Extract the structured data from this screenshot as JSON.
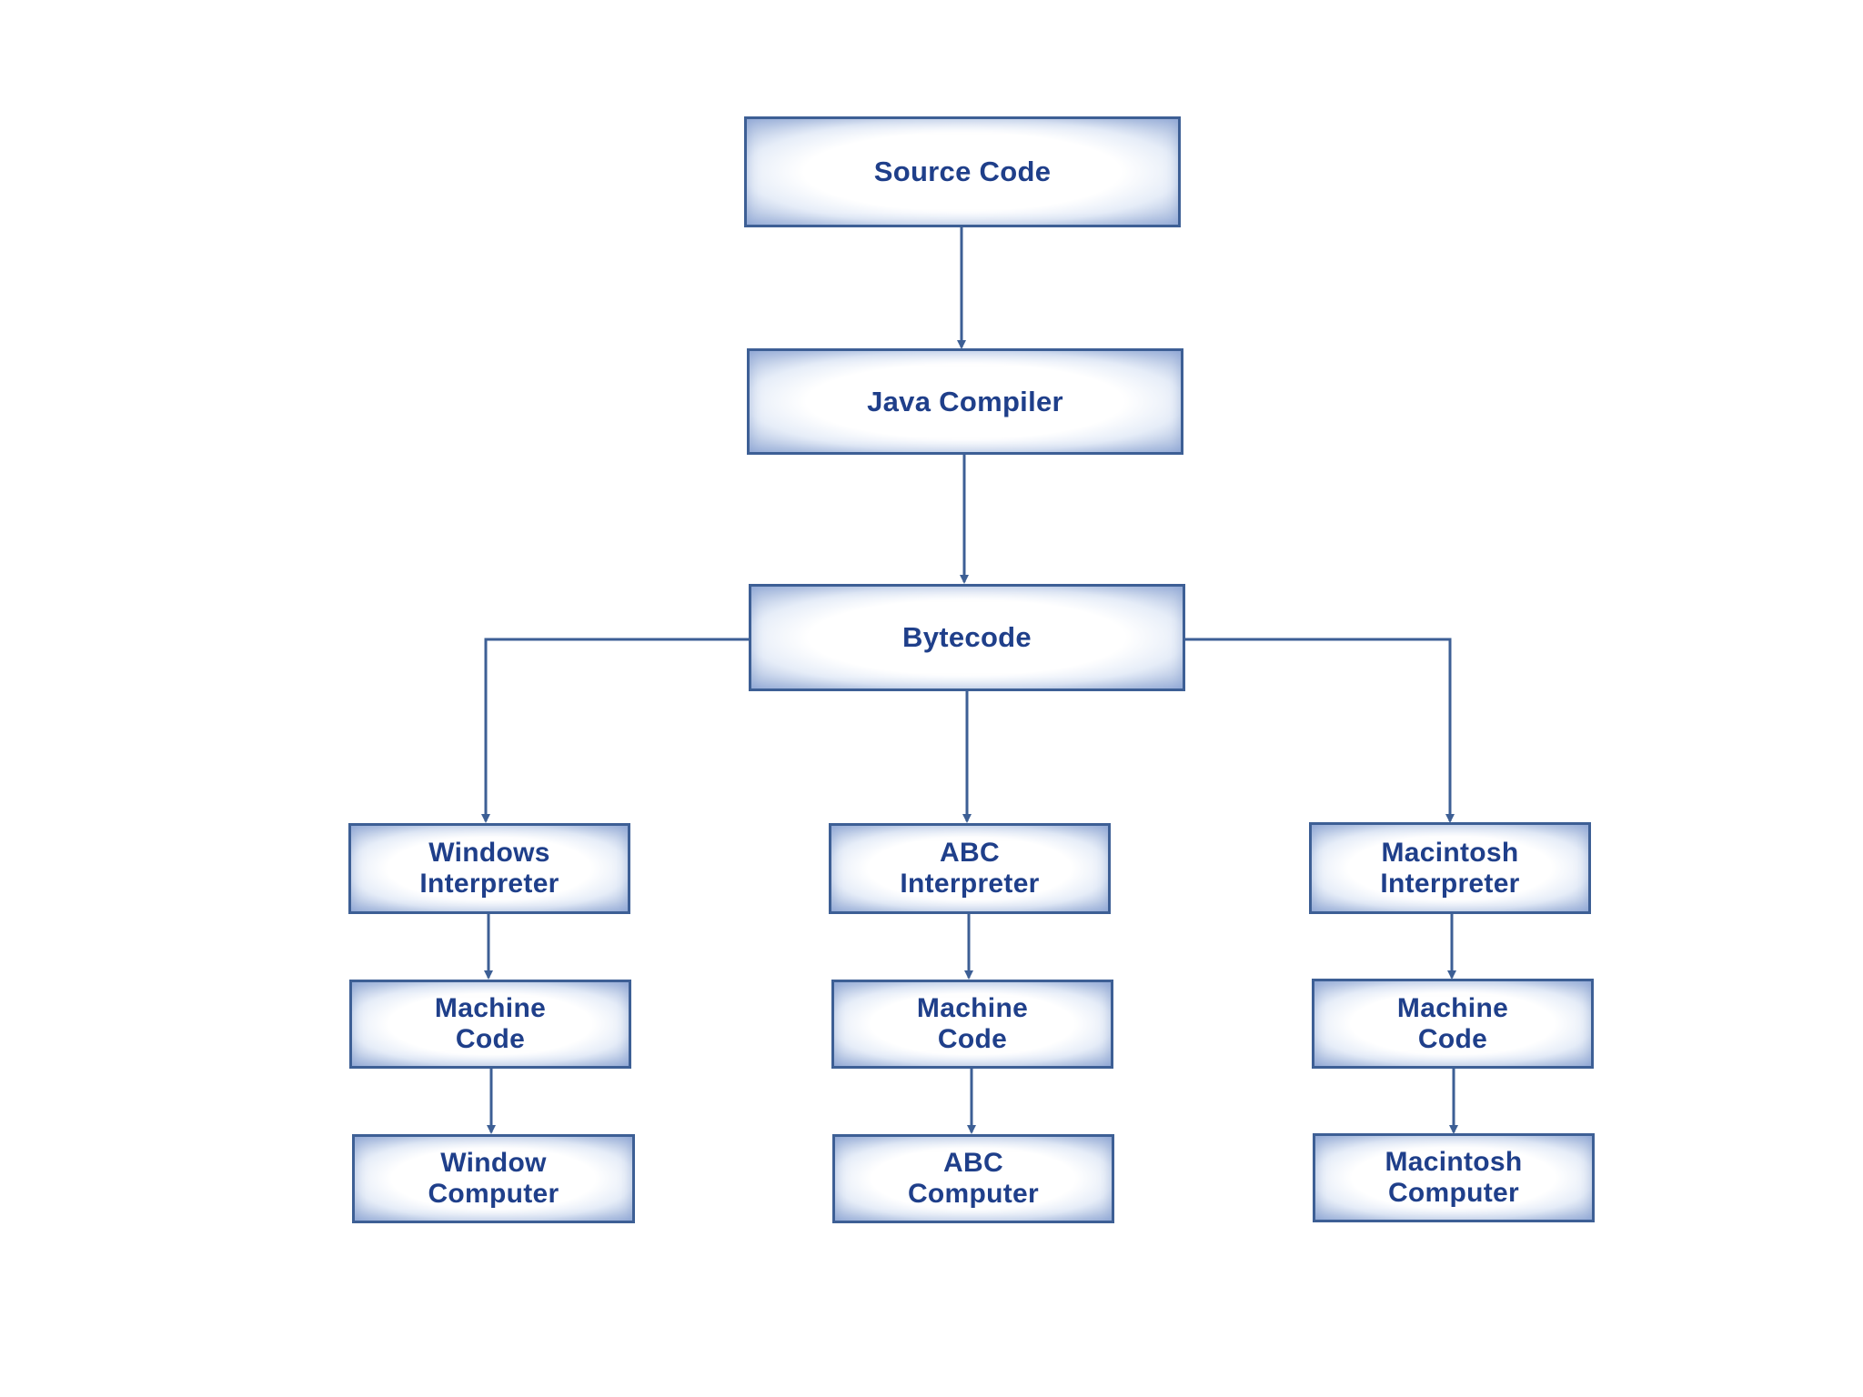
{
  "diagram": {
    "colors": {
      "line": "#3d5f95",
      "text": "#1f3f8a",
      "box_border": "#3d5f95",
      "box_fill_edge": "#a3b7de",
      "box_fill_center": "#ffffff"
    },
    "nodes": {
      "source_code": "Source Code",
      "java_compiler": "Java Compiler",
      "bytecode": "Bytecode",
      "windows_interpreter": "Windows\nInterpreter",
      "abc_interpreter": "ABC\nInterpreter",
      "macintosh_interpreter": "Macintosh\nInterpreter",
      "windows_machine_code": "Machine\nCode",
      "abc_machine_code": "Machine\nCode",
      "macintosh_machine_code": "Machine\nCode",
      "window_computer": "Window\nComputer",
      "abc_computer": "ABC\nComputer",
      "macintosh_computer": "Macintosh\nComputer"
    },
    "edges": [
      {
        "from": "source_code",
        "to": "java_compiler"
      },
      {
        "from": "java_compiler",
        "to": "bytecode"
      },
      {
        "from": "bytecode",
        "to": "windows_interpreter"
      },
      {
        "from": "bytecode",
        "to": "abc_interpreter"
      },
      {
        "from": "bytecode",
        "to": "macintosh_interpreter"
      },
      {
        "from": "windows_interpreter",
        "to": "windows_machine_code"
      },
      {
        "from": "abc_interpreter",
        "to": "abc_machine_code"
      },
      {
        "from": "macintosh_interpreter",
        "to": "macintosh_machine_code"
      },
      {
        "from": "windows_machine_code",
        "to": "window_computer"
      },
      {
        "from": "abc_machine_code",
        "to": "abc_computer"
      },
      {
        "from": "macintosh_machine_code",
        "to": "macintosh_computer"
      }
    ]
  }
}
